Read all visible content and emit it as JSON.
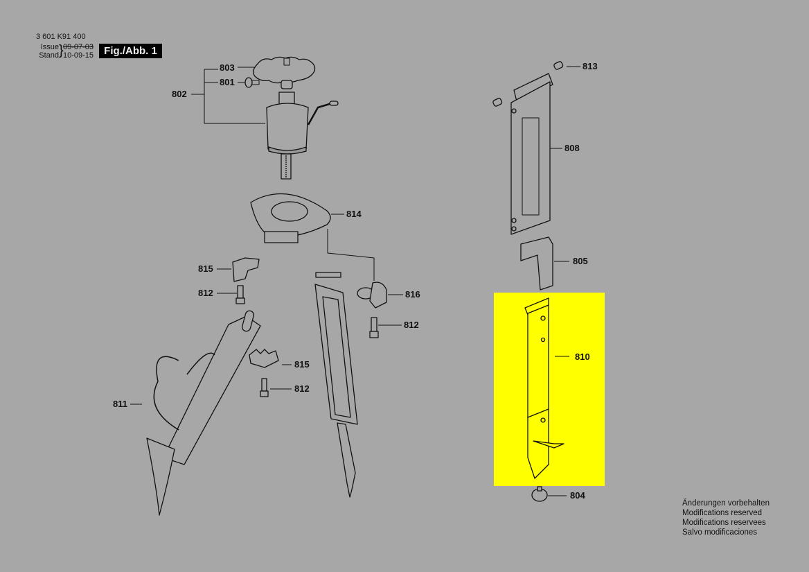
{
  "header": {
    "part_number": "3 601 K91 400",
    "issue_label": "Issue",
    "stand_label": "Stand",
    "issue_date": "09-07-03",
    "stand_date": "10-09-15",
    "bracket": "}",
    "figure_label": "Fig./Abb. 1"
  },
  "highlight": {
    "part": "810",
    "color": "#ffff00"
  },
  "colors": {
    "background": "#a7a7a7",
    "line": "#111111",
    "highlight": "#ffff00"
  },
  "callouts": [
    {
      "id": "803",
      "label": "803"
    },
    {
      "id": "801",
      "label": "801"
    },
    {
      "id": "802",
      "label": "802"
    },
    {
      "id": "814",
      "label": "814"
    },
    {
      "id": "815a",
      "label": "815"
    },
    {
      "id": "812a",
      "label": "812"
    },
    {
      "id": "816",
      "label": "816"
    },
    {
      "id": "812b",
      "label": "812"
    },
    {
      "id": "815b",
      "label": "815"
    },
    {
      "id": "812c",
      "label": "812"
    },
    {
      "id": "811",
      "label": "811"
    },
    {
      "id": "813",
      "label": "813"
    },
    {
      "id": "808",
      "label": "808"
    },
    {
      "id": "805",
      "label": "805"
    },
    {
      "id": "810",
      "label": "810"
    },
    {
      "id": "804",
      "label": "804"
    }
  ],
  "notes": [
    "Änderungen vorbehalten",
    "Modifications reserved",
    "Modifications reservees",
    "Salvo modificaciones"
  ]
}
